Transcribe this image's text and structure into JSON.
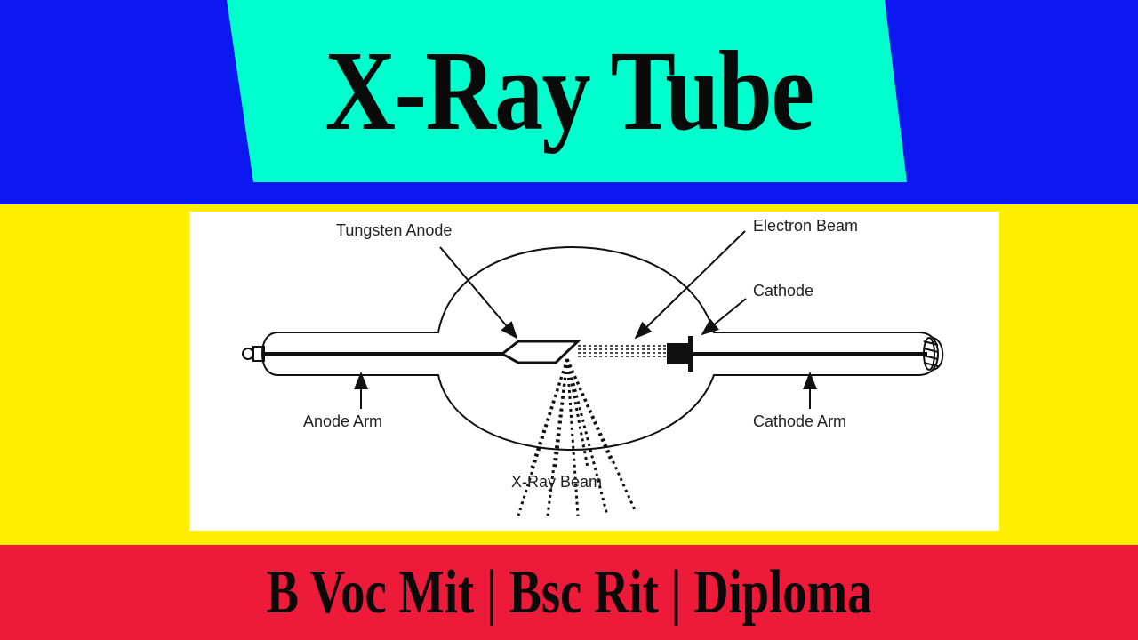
{
  "header": {
    "title": "X-Ray Tube",
    "band_color": "#0d18f0",
    "plate_color": "#00ffcc"
  },
  "diagram": {
    "labels": {
      "tungsten_anode": "Tungsten Anode",
      "electron_beam": "Electron Beam",
      "cathode": "Cathode",
      "anode_arm": "Anode Arm",
      "cathode_arm": "Cathode Arm",
      "xray_beam": "X-Ray Beam"
    }
  },
  "footer": {
    "text": "B Voc Mit | Bsc Rit | Diploma",
    "band_color": "#ee1a3a"
  },
  "colors": {
    "middle_band": "#ffee00",
    "panel": "#ffffff"
  }
}
